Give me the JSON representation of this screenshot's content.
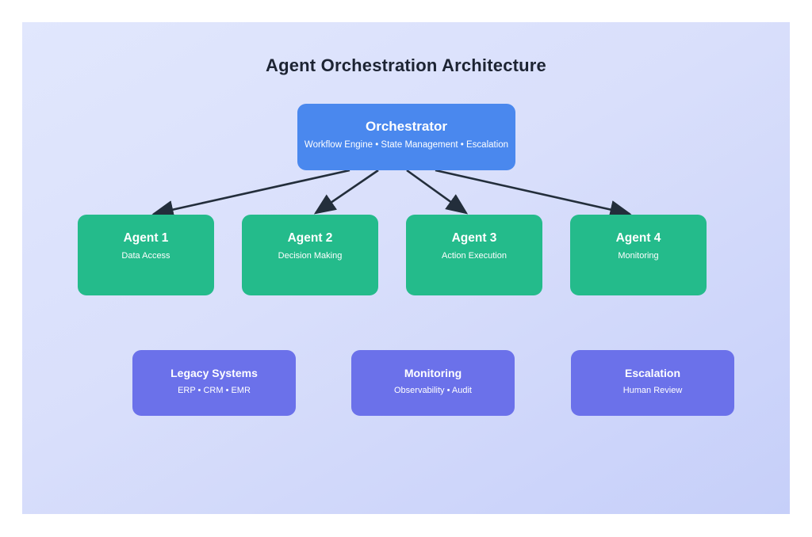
{
  "page": {
    "title": "Agent Orchestration Architecture"
  },
  "colors": {
    "page_background": "#ffffff",
    "canvas_gradient_start": "#e1e7fd",
    "canvas_gradient_end": "#c6cff9",
    "orchestrator_fill": "#4a88ee",
    "agent_fill": "#24bb8b",
    "system_fill": "#6b71ea",
    "arrow": "#232e3b",
    "title_text": "#1d2433",
    "node_text": "#ffffff"
  },
  "nodes": {
    "orchestrator": {
      "title": "Orchestrator",
      "subtitle": "Workflow Engine • State Management • Escalation"
    },
    "agents": [
      {
        "title": "Agent 1",
        "subtitle": "Data Access"
      },
      {
        "title": "Agent 2",
        "subtitle": "Decision Making"
      },
      {
        "title": "Agent 3",
        "subtitle": "Action Execution"
      },
      {
        "title": "Agent 4",
        "subtitle": "Monitoring"
      }
    ],
    "systems": [
      {
        "title": "Legacy Systems",
        "subtitle": "ERP • CRM • EMR"
      },
      {
        "title": "Monitoring",
        "subtitle": "Observability • Audit"
      },
      {
        "title": "Escalation",
        "subtitle": "Human Review"
      }
    ]
  },
  "edges": [
    {
      "from": "orchestrator",
      "to": "agent-1"
    },
    {
      "from": "orchestrator",
      "to": "agent-2"
    },
    {
      "from": "orchestrator",
      "to": "agent-3"
    },
    {
      "from": "orchestrator",
      "to": "agent-4"
    }
  ]
}
